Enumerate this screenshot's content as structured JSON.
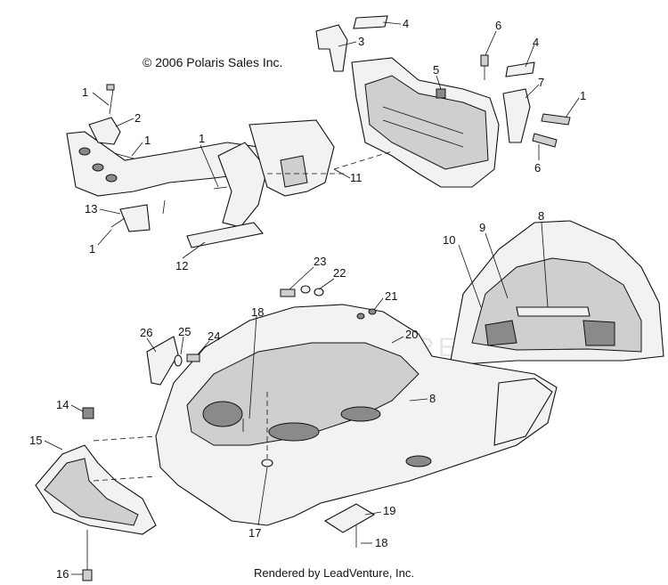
{
  "copyright": "© 2006 Polaris Sales Inc.",
  "footer": "Rendered by LeadVenture, Inc.",
  "watermark": "LEADVENTURE",
  "callouts": {
    "c1a": "1",
    "c1b": "1",
    "c1c": "1",
    "c1d": "1",
    "c1e": "1",
    "c2": "2",
    "c3": "3",
    "c4a": "4",
    "c4b": "4",
    "c5": "5",
    "c6a": "6",
    "c6b": "6",
    "c7": "7",
    "c8a": "8",
    "c8b": "8",
    "c9": "9",
    "c10": "10",
    "c11": "11",
    "c12": "12",
    "c13": "13",
    "c14": "14",
    "c15": "15",
    "c16": "16",
    "c17": "17",
    "c18a": "18",
    "c18b": "18",
    "c19": "19",
    "c20": "20",
    "c21": "21",
    "c22": "22",
    "c23": "23",
    "c24": "24",
    "c25": "25",
    "c26": "26"
  }
}
